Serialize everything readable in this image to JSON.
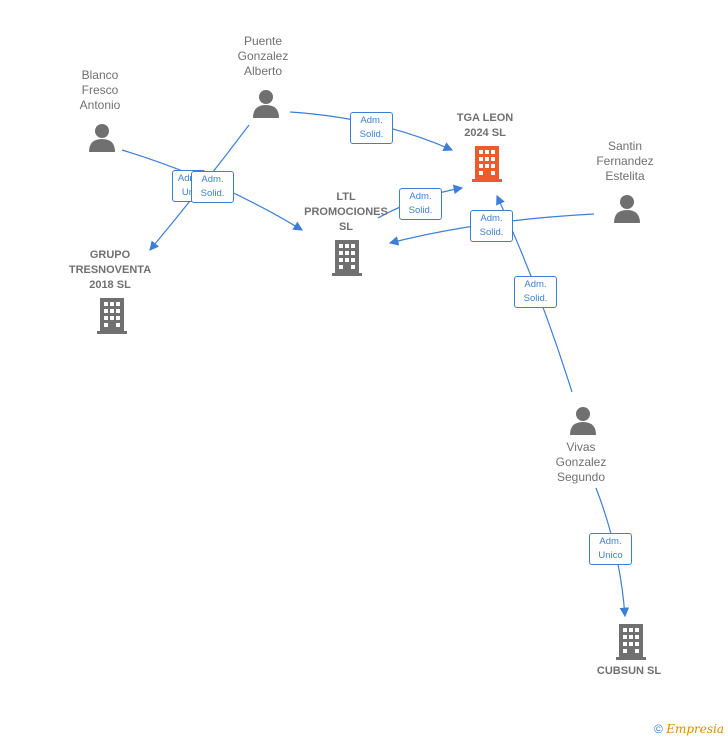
{
  "nodes": {
    "tga_leon": "TGA LEON\n2024 SL",
    "ltl": "LTL\nPROMOCIONES\nSL",
    "grupo": "GRUPO\nTRESNOVENTA\n2018 SL",
    "cubsun": "CUBSUN SL",
    "blanco": "Blanco\nFresco\nAntonio",
    "puente": "Puente\nGonzalez\nAlberto",
    "santin": "Santin\nFernandez\nEstelita",
    "vivas": "Vivas\nGonzalez\nSegundo"
  },
  "edges": {
    "adm_solid": "Adm.\nSolid.",
    "adm_unico": "Adm.\nUnico",
    "adm_unico_partial": "Adm.\nUni"
  },
  "footer": {
    "copyright": "©",
    "brand": "Empresia"
  },
  "colors": {
    "edge": "#3d7fd6",
    "icon": "#707070",
    "highlight": "#f05a28"
  }
}
